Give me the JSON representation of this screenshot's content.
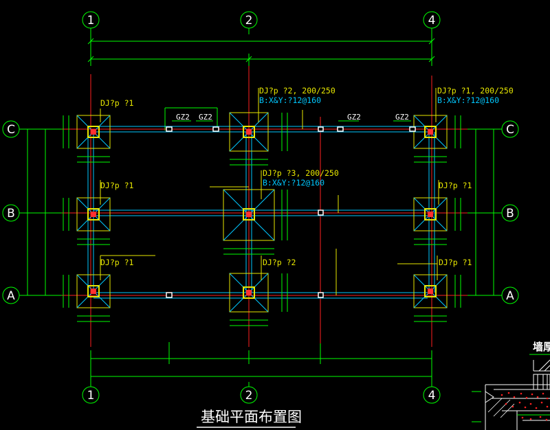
{
  "drawing": {
    "title": "基础平面布置图",
    "side_label": "墙厚",
    "grid_columns": [
      "1",
      "2",
      "4"
    ],
    "grid_rows": [
      "C",
      "B",
      "A"
    ],
    "footings": {
      "c1": {
        "code": "DJ?p ?1"
      },
      "c2": {
        "code": "DJ?p ?2, 200/250",
        "rebar": "B:X&Y:?12@160"
      },
      "c4": {
        "code": "DJ?p ?1, 200/250",
        "rebar": "B:X&Y:?12@160"
      },
      "b1": {
        "code": "DJ?p ?1"
      },
      "b2": {
        "code": "DJ?p ?3, 200/250",
        "rebar": "B:X&Y:?12@160"
      },
      "b4": {
        "code": "DJ?p ?1"
      },
      "a1": {
        "code": "DJ?p ?1"
      },
      "a2": {
        "code": "DJ?p ?2"
      },
      "a4": {
        "code": "DJ?p ?1"
      }
    },
    "columns": [
      "GZ2",
      "GZ2",
      "GZ2",
      "GZ2"
    ]
  },
  "colors": {
    "background": "#000000",
    "dimension": "#00ff00",
    "axis_center": "#ff2020",
    "beam": "#00c8ff",
    "footing": "#e8e800",
    "text_yellow": "#e8e800",
    "text_cyan": "#00c8ff",
    "text_white": "#ffffff"
  }
}
